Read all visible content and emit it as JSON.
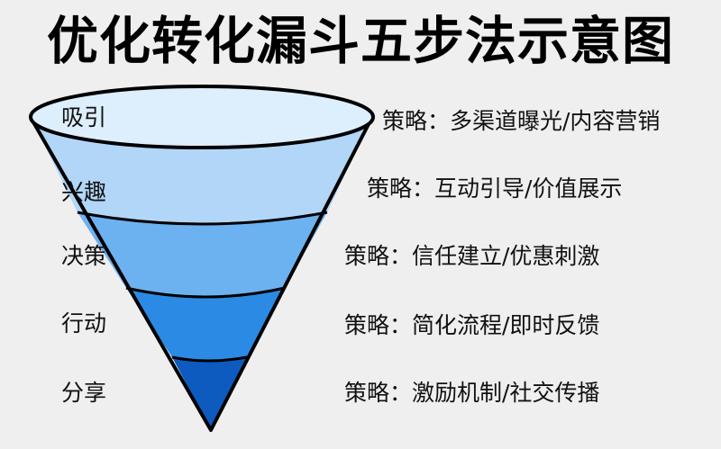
{
  "title": "优化转化漏斗五步法示意图",
  "colors": {
    "background": "#efefef",
    "band1_top": "#ddeefc",
    "band2": "#b2d6f8",
    "band3": "#6cb2f0",
    "band4": "#2b8ae4",
    "band5": "#0d5bbf",
    "outline": "#000000"
  },
  "stages": [
    {
      "label": "吸引",
      "strategy": "策略：多渠道曝光/内容营销"
    },
    {
      "label": "兴趣",
      "strategy": "策略：互动引导/价值展示"
    },
    {
      "label": "决策",
      "strategy": "策略：信任建立/优惠刺激"
    },
    {
      "label": "行动",
      "strategy": "策略：简化流程/即时反馈"
    },
    {
      "label": "分享",
      "strategy": "策略：激励机制/社交传播"
    }
  ]
}
